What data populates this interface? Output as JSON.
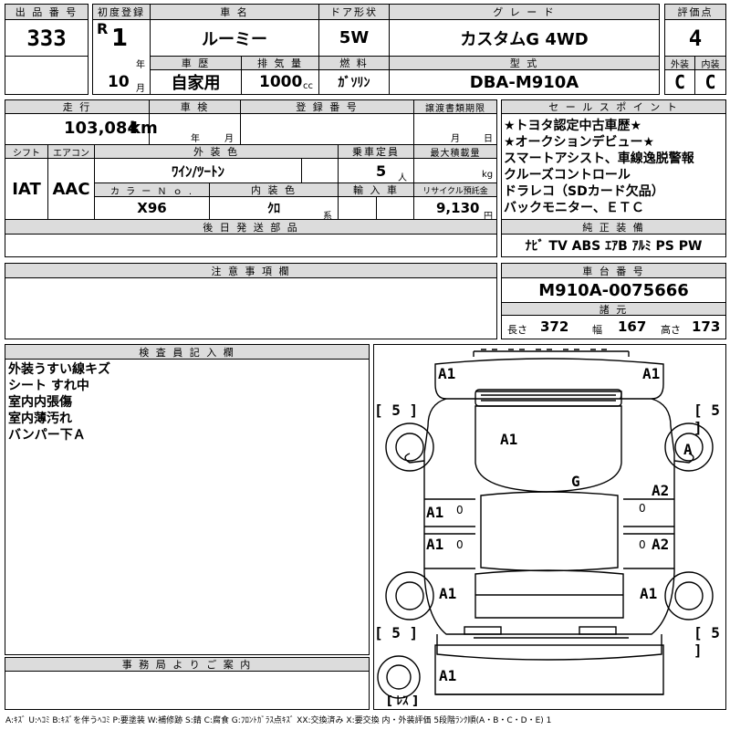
{
  "header": {
    "lot_label": "出 品 番 号",
    "lot_number": "333",
    "reg_label": "初度登録",
    "era": "R",
    "year": "1",
    "year_unit": "年",
    "month": "10",
    "month_unit": "月",
    "car_name_label": "車 名",
    "car_name": "ルーミー",
    "door_label": "ドア形状",
    "door": "5W",
    "grade_label": "グ レ ー ド",
    "grade": "カスタムG 4WD",
    "score_label": "評価点",
    "score": "4",
    "history_label": "車 歴",
    "history": "自家用",
    "displacement_label": "排 気 量",
    "displacement": "1000",
    "displacement_unit": "cc",
    "fuel_label": "燃 料",
    "fuel": "ｶﾞｿﾘﾝ",
    "model_label": "型 式",
    "model": "DBA-M910A",
    "exterior_label": "外装",
    "exterior": "C",
    "interior_label": "内装",
    "interior": "C"
  },
  "row2": {
    "mileage_label": "走 行",
    "mileage": "103,084",
    "mileage_unit": "km",
    "inspection_label": "車 検",
    "inspection_year_unit": "年",
    "inspection_month_unit": "月",
    "reg_no_label": "登 録 番 号",
    "transfer_label": "譲渡書類期限",
    "transfer_month_unit": "月",
    "transfer_day_unit": "日",
    "shift_label": "シフト",
    "shift": "IAT",
    "ac_label": "エアコン",
    "ac": "AAC",
    "color_label": "外 装 色",
    "color": "ﾜｲﾝ/ﾂｰﾄﾝ",
    "capacity_label": "乗車定員",
    "capacity": "5",
    "capacity_unit": "人",
    "load_label": "最大積載量",
    "load_unit": "kg",
    "color_no_label": "カ ラ ー Ｎ ｏ .",
    "color_no": "X96",
    "interior_color_label": "内 装 色",
    "interior_color": "ｸﾛ",
    "interior_color_unit": "系",
    "import_label": "輸 入 車",
    "recycle_label": "リサイクル預託金",
    "recycle": "9,130",
    "recycle_unit": "円",
    "later_parts_label": "後 日 発 送 部 品"
  },
  "sales_points": {
    "label": "セ ー ル ス ポ イ ン ト",
    "items": [
      "★トヨタ認定中古車歴★",
      "★オークションデビュー★",
      "スマートアシスト、車線逸脱警報",
      "クルーズコントロール",
      "ドラレコ（SDカード欠品）",
      "バックモニター、ＥＴＣ"
    ]
  },
  "equipment": {
    "label": "純 正 装 備",
    "value": "ﾅﾋﾞ TV ABS ｴｱB ｱﾙﾐ PS PW"
  },
  "chassis": {
    "label": "車 台 番 号",
    "value": "M910A-0075666",
    "spec_label": "諸 元",
    "length_label": "長さ",
    "length": "372",
    "width_label": "幅",
    "width": "167",
    "height_label": "高さ",
    "height": "173"
  },
  "notes": {
    "label": "注 意 事 項 欄"
  },
  "inspector": {
    "label": "検 査 員 記 入 欄",
    "lines": [
      "外装うすい線キズ",
      "シート すれ中",
      "室内内張傷",
      "室内薄汚れ",
      "バンパー下Ａ"
    ]
  },
  "office": {
    "label": "事 務 局 よ り ご 案 内"
  },
  "diagram": {
    "a1_fl": "A1",
    "a1_fr": "A1",
    "bracket_l_top": "[ 5 ]",
    "bracket_r_top": "[ 5 ]",
    "hood": "A1",
    "wheel_fr": "A",
    "roof": "G",
    "door_fl": "A1",
    "door_fr": "A2",
    "door_rl": "A1",
    "door_rr": "A2",
    "wheel_rl": "A1",
    "wheel_rr": "A1",
    "bracket_l_bot": "[ 5 ]",
    "bracket_r_bot": "[ 5 ]",
    "rear": "A1",
    "spare": "[ ﾚｽ ]",
    "zero": "0"
  },
  "legend": "A:ｷｽﾞ U:ﾍｺﾐ B:ｷｽﾞを伴うﾍｺﾐ P:要塗装 W:補修跡 S:錆 C:腐食 G:ﾌﾛﾝﾄｶﾞﾗｽ点ｷｽﾞ XX:交換済み X:要交換 内・外装評価 5段階ﾗﾝｸ順(A・B・C・D・E) 1"
}
